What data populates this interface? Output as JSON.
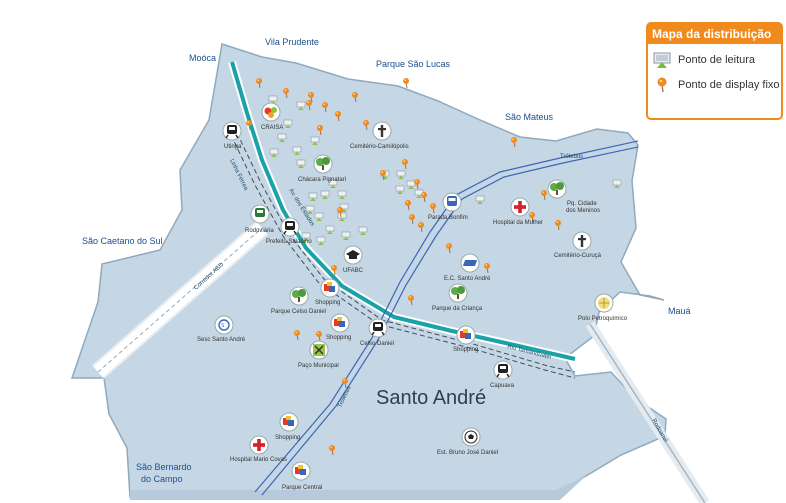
{
  "legend": {
    "title": "Mapa da distribuição",
    "reading_point": "Ponto de leitura",
    "display_point": "Ponto de display fixo"
  },
  "city_title": "Santo André",
  "neighbors": {
    "mooca": "Moóca",
    "vila_prudente": "Vila Prudente",
    "parque_sao_lucas": "Parque São Lucas",
    "sao_mateus": "São Mateus",
    "sao_caetano": "São Caetano do Sul",
    "maua": "Mauá",
    "sao_bernardo_1": "São Bernardo",
    "sao_bernardo_2": "do Campo"
  },
  "roads": {
    "linha_ferrea": "Linha Férrea",
    "av_estados": "Av. dos Estados",
    "corredor_abd": "Corredor ABD",
    "trolebus_top": "Trólebus",
    "trolebus_bottom": "Trólebus",
    "rio_tamanduatei": "Rio Tamanduateí",
    "rodoanel": "Rodoanel"
  },
  "places": {
    "utinga": "Utinga",
    "craisa": "CRAISA",
    "cemiterio_camilopolis": "Cemitério-Camilópolis",
    "chacara_pignatari": "Chácara Pignatari",
    "rodoviaria": "Rodoviária",
    "prefeito_saladino": "Prefeito Saladino",
    "ufabc": "UFABC",
    "parada_bonfim": "Parada Bonfim",
    "hospital_mulher": "Hospital da Mulher",
    "pq_cidade_meninos_1": "Pq. Cidade",
    "pq_cidade_meninos_2": "dos Meninos",
    "cemiterio_curuca": "Cemitério-Curuçá",
    "ec_santo_andre": "E.C. Santo André",
    "shopping_1": "Shopping",
    "parque_celso_daniel": "Parque Celso Daniel",
    "parque_crianca": "Parque da Criança",
    "sesc_santo_andre": "Sesc Santo André",
    "shopping_2": "Shopping",
    "celso_daniel": "Celso Daniel",
    "shopping_3": "Shopping",
    "paco_municipal": "Paço Municipal",
    "capuava": "Capuava",
    "polo_petroquimico": "Polo Petroquímico",
    "shopping_4": "Shopping",
    "hospital_mario_covas": "Hospital Mario Covas",
    "parque_central": "Parque Central",
    "est_bruno_jose_daniel": "Est. Bruno José Daniel"
  },
  "colors": {
    "land": "#c5d7e4",
    "land_edge": "#8fa9bd",
    "river": "#19a3a8",
    "trolebus": "#3b66b8",
    "road_label": "#1e4b6a",
    "accent": "#f08a1c",
    "park": "#5ea94a"
  },
  "icons": {
    "reading_point": "reading-stand-icon",
    "display_point": "orange-pin-icon",
    "train": "train-icon",
    "bus": "bus-icon",
    "hospital": "hospital-cross-icon",
    "cemetery": "cross-icon",
    "park": "tree-icon",
    "shopping": "shopping-bags-icon",
    "school": "graduation-cap-icon",
    "stadium": "soccer-ball-icon",
    "market": "fruit-basket-icon"
  }
}
